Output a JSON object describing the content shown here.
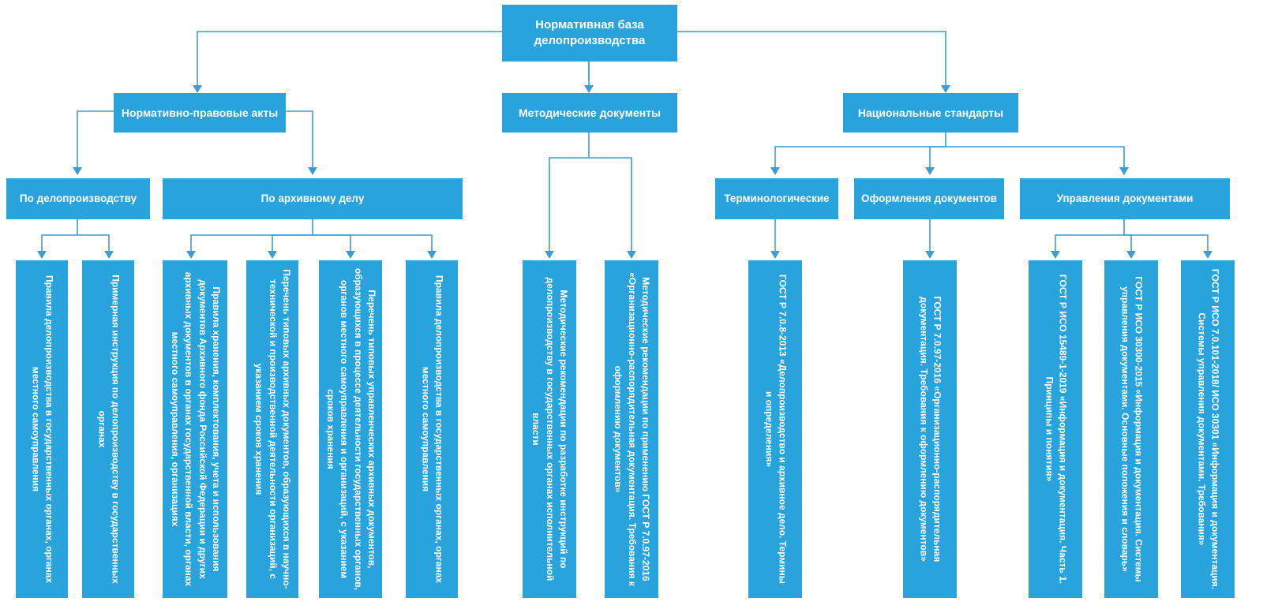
{
  "diagram": {
    "title": "Нормативная база делопроизводства",
    "accent_color": "#29a3dc",
    "connector_color": "#3a9fd0",
    "text_color": "#ffffff",
    "background": "#ffffff"
  },
  "root": {
    "label": "Нормативная база делопроизводства"
  },
  "level1": [
    {
      "label": "Нормативно-правовые акты"
    },
    {
      "label": "Методические документы"
    },
    {
      "label": "Национальные стандарты"
    }
  ],
  "level2": [
    {
      "label": "По делопроизводству"
    },
    {
      "label": "По архивному делу"
    },
    {
      "label": "Терминологические"
    },
    {
      "label": "Оформления документов"
    },
    {
      "label": "Управления документами"
    }
  ],
  "leaves": [
    {
      "label": "Правила делопроизводства в государственных органах, органах местного самоуправления"
    },
    {
      "label": "Примерная инструкция по делопроизводству в государственных органах"
    },
    {
      "label": "Правила хранения, комплектования, учета и использования документов Архивного фонда Российской Федерации и других архивных документов в органах государственной власти, органах местного самоуправления, организациях"
    },
    {
      "label": "Перечень типовых архивных документов, образующихся в научно-технической и производственной деятельности организаций, с указанием сроков хранения"
    },
    {
      "label": "Перечень типовых управленческих архивных документов, образующихся в процессе деятельности государственных органов, органов местного самоуправления и организаций, с указанием сроков хранения"
    },
    {
      "label": "Правила делопроизводства в государственных органах, органах местного самоуправления"
    },
    {
      "label": "Методические рекомендации по разработке инструкций по делопроизводству в государственных органах исполнительной власти"
    },
    {
      "label": "Методические рекомендации по применению ГОСТ Р 7.0.97-2016 «Организационно-распорядительная документация. Требования к оформлению документов»"
    },
    {
      "label": "ГОСТ Р 7.0.8-2013 «Делопроизводство и архивное дело. Термины и определения»"
    },
    {
      "label": "ГОСТ Р 7.0.97-2016 «Организационно-распорядительная документация. Требования к оформлению документов»"
    },
    {
      "label": "ГОСТ Р ИСО 15489-1-2019 «Информация и документация. Часть 1. Принципы и понятия»"
    },
    {
      "label": "ГОСТ Р ИСО 30300-2015 «Информация и документация. Системы управления документами. Основные положения и словарь»"
    },
    {
      "label": "ГОСТ Р ИСО 7.0.101-2018/ ИСО 30301 «Информация и документация. Системы управления документами. Требования»"
    }
  ]
}
